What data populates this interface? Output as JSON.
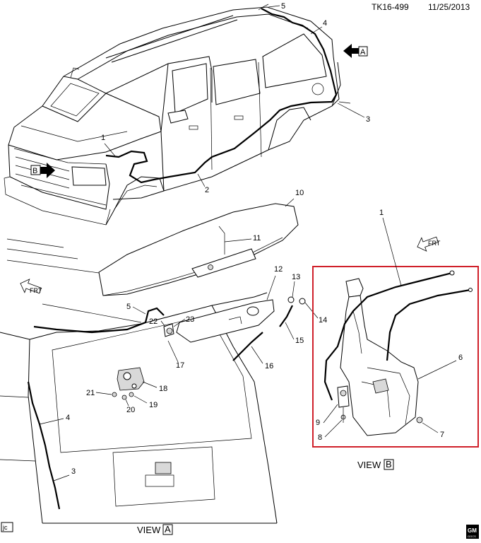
{
  "header": {
    "code": "TK16-499",
    "date": "11/25/2013"
  },
  "callouts": {
    "c1_vehicle": "1",
    "c2": "2",
    "c3_vehicle": "3",
    "c4_vehicle": "4",
    "c5_vehicle": "5",
    "c10": "10",
    "c11": "11",
    "c12": "12",
    "c13": "13",
    "c14": "14",
    "c15": "15",
    "c16": "16",
    "c17": "17",
    "c18": "18",
    "c19": "19",
    "c20": "20",
    "c21": "21",
    "c22": "22",
    "c23": "23",
    "c5_gate": "5",
    "c4_gate": "4",
    "c3_gate": "3",
    "c1_reservoir": "1",
    "c6": "6",
    "c7": "7",
    "c8": "8",
    "c9": "9"
  },
  "view_markers": {
    "arrow_a": "A",
    "arrow_b": "B"
  },
  "direction_labels": {
    "frt_top": "FRT",
    "frt_left": "FRT"
  },
  "views": {
    "view_a_text": "VIEW",
    "view_a_letter": "A",
    "view_b_text": "VIEW",
    "view_b_letter": "B"
  },
  "corner": {
    "left_code": "jc",
    "gm_top": "GM",
    "gm_bottom": "GGCS"
  },
  "colors": {
    "detail_box_border": "#d0202a",
    "line": "#000000"
  }
}
